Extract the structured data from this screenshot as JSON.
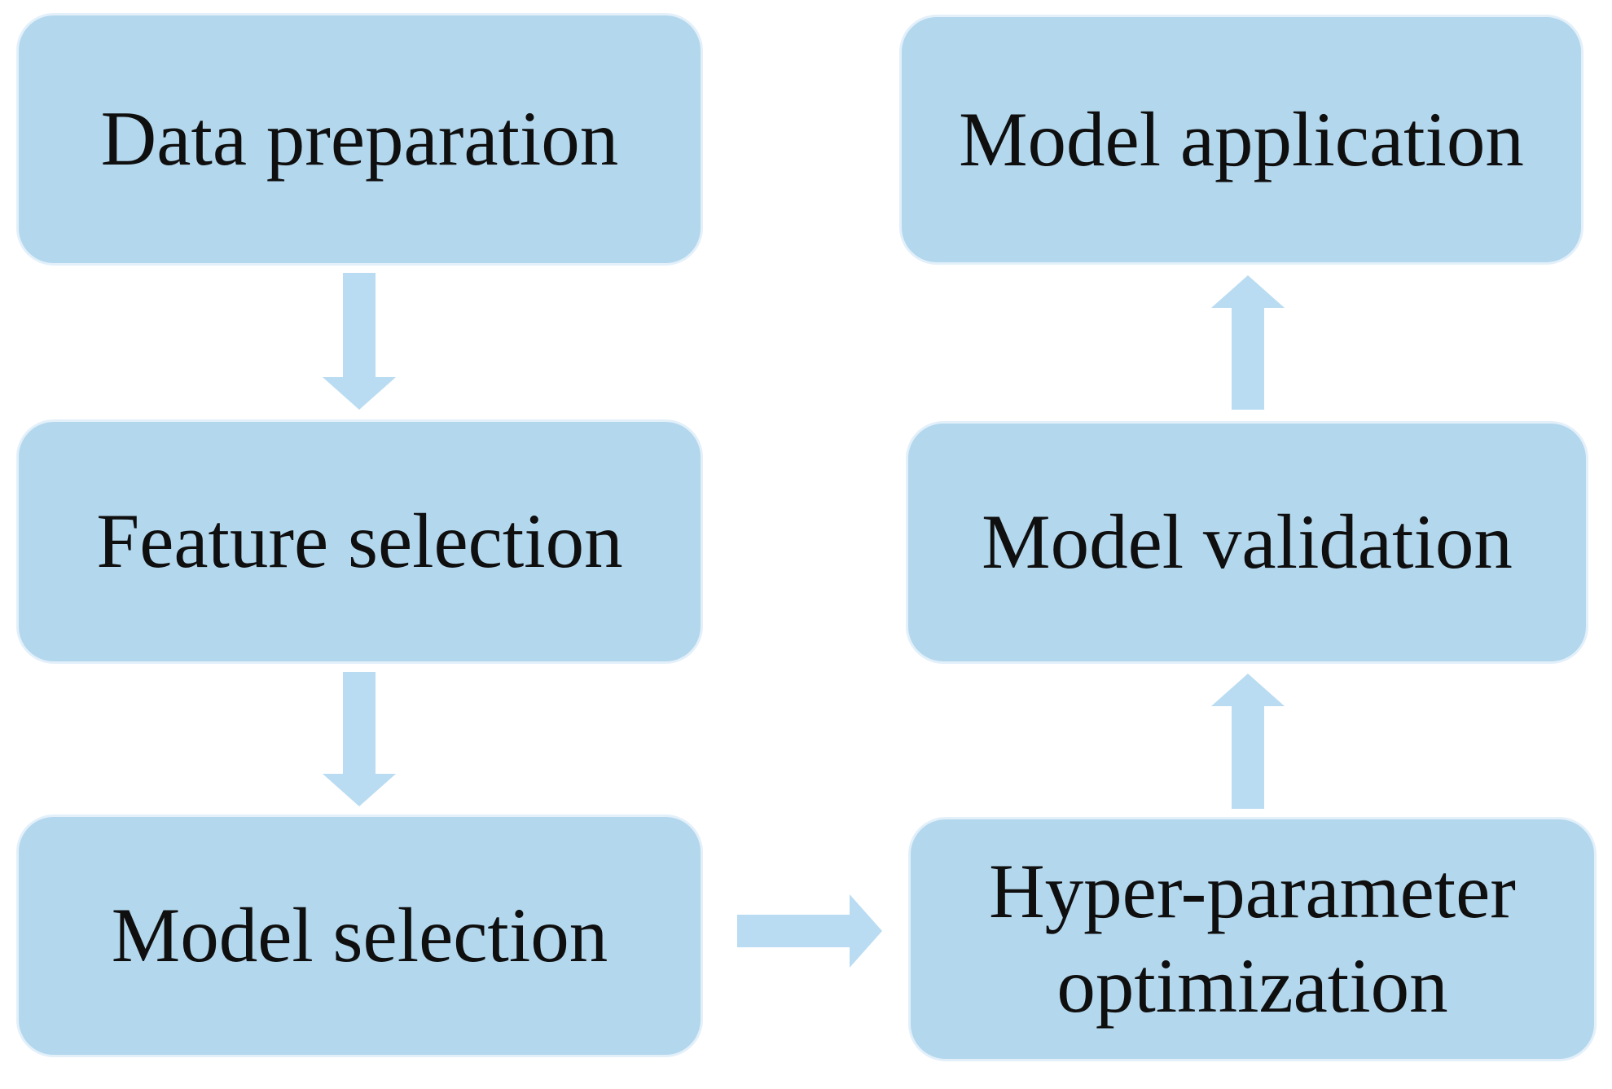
{
  "figure": {
    "type": "flowchart",
    "description": "Machine learning workflow diagram with six process boxes connected by block arrows",
    "colors": {
      "box_fill": "#b3d7ed",
      "box_edge": "#e3f0fa",
      "arrow_fill": "#b9dcf2",
      "text": "#0f0f0f",
      "bg": "#ffffff"
    },
    "nodes": [
      {
        "id": "data-preparation",
        "label": "Data preparation"
      },
      {
        "id": "feature-selection",
        "label": "Feature selection"
      },
      {
        "id": "model-selection",
        "label": "Model selection"
      },
      {
        "id": "model-application",
        "label": "Model application"
      },
      {
        "id": "model-validation",
        "label": "Model validation"
      },
      {
        "id": "hyper-parameter-optimization",
        "label": "Hyper-parameter optimization",
        "label_line1": "Hyper-parameter",
        "label_line2": "optimization"
      }
    ],
    "edges": [
      {
        "from": "Data preparation",
        "to": "Feature selection",
        "direction": "down"
      },
      {
        "from": "Feature selection",
        "to": "Model selection",
        "direction": "down"
      },
      {
        "from": "Model selection",
        "to": "Hyper-parameter optimization",
        "direction": "right"
      },
      {
        "from": "Hyper-parameter optimization",
        "to": "Model validation",
        "direction": "up"
      },
      {
        "from": "Model validation",
        "to": "Model application",
        "direction": "up"
      }
    ]
  }
}
